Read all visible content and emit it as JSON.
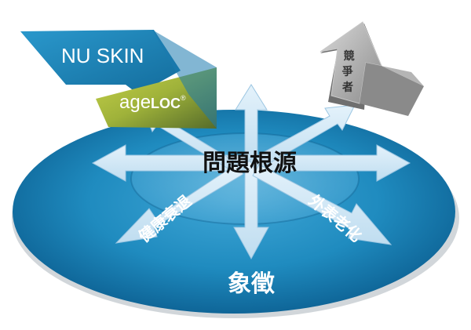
{
  "brand": {
    "nu_skin": "NU SKIN",
    "ageloc_prefix": "age",
    "ageloc_suffix": "LOC",
    "registered": "®"
  },
  "diagram": {
    "center_label": "問題根源",
    "bottom_label": "象徵",
    "left_arrow_label": "健康衰退",
    "right_arrow_label": "外表老化",
    "competitor_label": "競爭者"
  },
  "colors": {
    "disc_dark": "#0b5d8f",
    "disc_mid": "#1f8bbf",
    "arrow_fill": "#cfe6f5",
    "nu_skin_blue": "#1c84b8",
    "ageloc_green": "#a7b83a",
    "competitor_gray": "#9a9a9a"
  }
}
